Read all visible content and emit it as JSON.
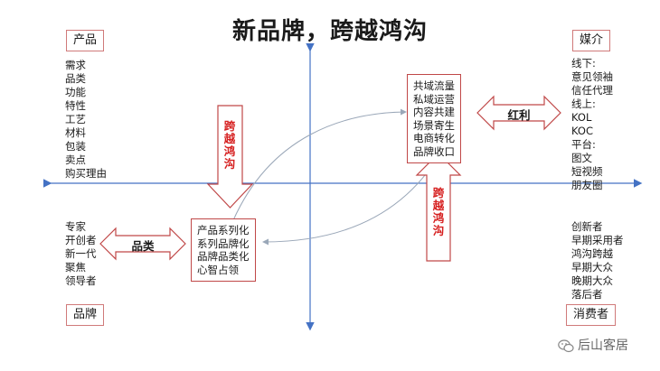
{
  "title": "新品牌，跨越鸿沟",
  "quadrant_tags": {
    "product": "产品",
    "media": "媒介",
    "brand": "品牌",
    "consumer": "消费者"
  },
  "product_items": [
    "需求",
    "品类",
    "功能",
    "特性",
    "工艺",
    "材料",
    "包装",
    "卖点",
    "购买理由"
  ],
  "media_items": [
    "线下:",
    "意见领袖",
    "信任代理",
    "线上:",
    "KOL",
    "KOC",
    "平台:",
    "图文",
    "短视频",
    "朋友圈"
  ],
  "brand_items": [
    "专家",
    "开创者",
    "新一代",
    "聚焦",
    "领导者"
  ],
  "consumer_items": [
    "创新者",
    "早期采用者",
    "鸿沟跨越",
    "早期大众",
    "晚期大众",
    "落后者"
  ],
  "center_box_left": [
    "产品系列化",
    "系列品牌化",
    "品牌品类化",
    "心智占领"
  ],
  "center_box_right": [
    "共域流量",
    "私域运营",
    "内容共建",
    "场景寄生",
    "电商转化",
    "品牌收口"
  ],
  "arrow_labels": {
    "crossing_down": "跨越鸿沟",
    "crossing_up": "跨越鸿沟",
    "category": "品类",
    "dividend": "红利"
  },
  "watermark": "后山客居",
  "colors": {
    "axis": "#4472c4",
    "arrow_border": "#c04848",
    "red_text": "#d62020"
  }
}
